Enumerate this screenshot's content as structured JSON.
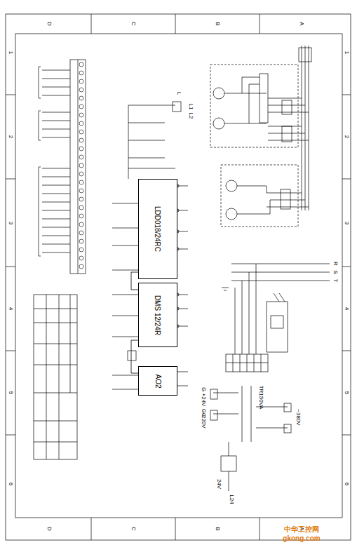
{
  "diagram": {
    "nodes": [
      {
        "text": [
          "LDD018/24RC"
        ]
      },
      {
        "text": [
          "DMS 12/24R"
        ]
      },
      {
        "text": [
          "AO2"
        ]
      }
    ],
    "edges": [
      {
        "from": 0,
        "to": 1,
        "arrow": "none"
      },
      {
        "from": 1,
        "to": 2,
        "arrow": "none"
      }
    ],
    "labels": [
      "D",
      "C",
      "B",
      "A",
      "D",
      "C",
      "B",
      "A",
      "1",
      "2",
      "3",
      "4",
      "5",
      "6",
      "1",
      "2",
      "3",
      "4",
      "5",
      "6",
      "R",
      "S",
      "T",
      "L",
      "L1",
      "L2",
      "~380V",
      "+24V",
      "G",
      "G0",
      "-220V",
      "TR",
      "150VA",
      "24V",
      "L24",
      "中华工控网",
      "gkong.com"
    ]
  }
}
